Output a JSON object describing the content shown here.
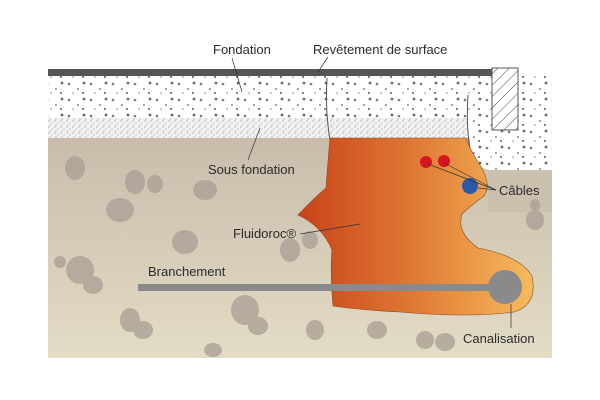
{
  "diagram": {
    "labels": {
      "fondation": "Fondation",
      "revetement": "Revêtement de surface",
      "sous_fondation": "Sous fondation",
      "cables": "Câbles",
      "fluidoroc": "Fluidoroc®",
      "branchement": "Branchement",
      "canalisation": "Canalisation"
    },
    "colors": {
      "asphalt": "#555555",
      "soil": "#cbbfae",
      "fluidoroc_dark": "#c94a1c",
      "fluidoroc_light": "#f2b057",
      "cable_red": "#d8141e",
      "cable_blue": "#2a5aa8",
      "pipe": "#8a8a8a"
    }
  }
}
